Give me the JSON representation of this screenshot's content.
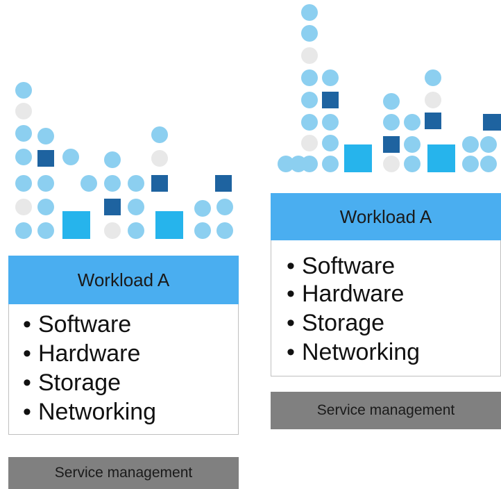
{
  "panels": [
    {
      "title": "Workload A",
      "items": [
        "Software",
        "Hardware",
        "Storage",
        "Networking"
      ],
      "footer": "Service management",
      "bullet": "•"
    },
    {
      "title": "Workload A",
      "items": [
        "Software",
        "Hardware",
        "Storage",
        "Networking"
      ],
      "footer": "Service management",
      "bullet": "•"
    }
  ],
  "colors": {
    "header_blue": "#4aaef0",
    "footer_grey": "#808080",
    "resource_blue": "#8ccff0",
    "resource_grey": "#e8e8e8",
    "resource_navy": "#1e63a0",
    "resource_sky": "#26b4ec"
  }
}
